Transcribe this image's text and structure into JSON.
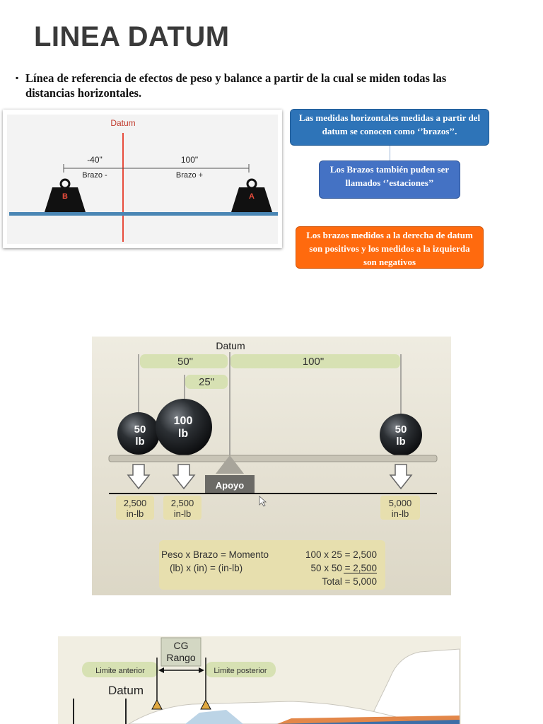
{
  "title": "LINEA DATUM",
  "bullet": {
    "marker": "▪",
    "text": "Línea de referencia de efectos de peso y balance a partir de la cual se miden todas las distancias horizontales."
  },
  "figure1": {
    "datum_label": "Datum",
    "left_distance": "-40\"",
    "left_arm_label": "Brazo -",
    "right_distance": "100\"",
    "right_arm_label": "Brazo +",
    "weight_b_label": "B",
    "weight_a_label": "A"
  },
  "callouts": {
    "box1": "Las medidas horizontales medidas a partir del datum se conocen como ‘’brazos’’.",
    "box2": "Los Brazos también puden ser llamados ‘’estaciones’’",
    "box3": "Los brazos medidos a la derecha de datum son positivos y los medidos a la izquierda son negativos"
  },
  "figure2": {
    "datum_label": "Datum",
    "dim_50": "50\"",
    "dim_100": "100\"",
    "dim_25": "25\"",
    "ball_left": {
      "weight": "50",
      "unit": "lb"
    },
    "ball_mid": {
      "weight": "100",
      "unit": "lb"
    },
    "ball_right": {
      "weight": "50",
      "unit": "lb"
    },
    "fulcrum_label": "Apoyo",
    "moment_left": {
      "value": "2,500",
      "unit": "in-lb"
    },
    "moment_mid": {
      "value": "2,500",
      "unit": "in-lb"
    },
    "moment_right": {
      "value": "5,000",
      "unit": "in-lb"
    },
    "formula_line1": "Peso x Brazo = Momento",
    "formula_line2": "(lb) x (in) = (in-lb)",
    "calc_line1": "100 x 25 = 2,500",
    "calc_line2": "50 x 50 = 2,500",
    "calc_line3": "Total = 5,000"
  },
  "figure3": {
    "cg_label_1": "CG",
    "cg_label_2": "Rango",
    "limit_front": "Limite anterior",
    "limit_rear": "Limite posterior",
    "datum_label": "Datum"
  },
  "colors": {
    "box1": "#2e74b8",
    "box2": "#4472c4",
    "box3": "#ff6a0e",
    "datum_line": "#e74c3c",
    "ground": "#4a86b4"
  }
}
